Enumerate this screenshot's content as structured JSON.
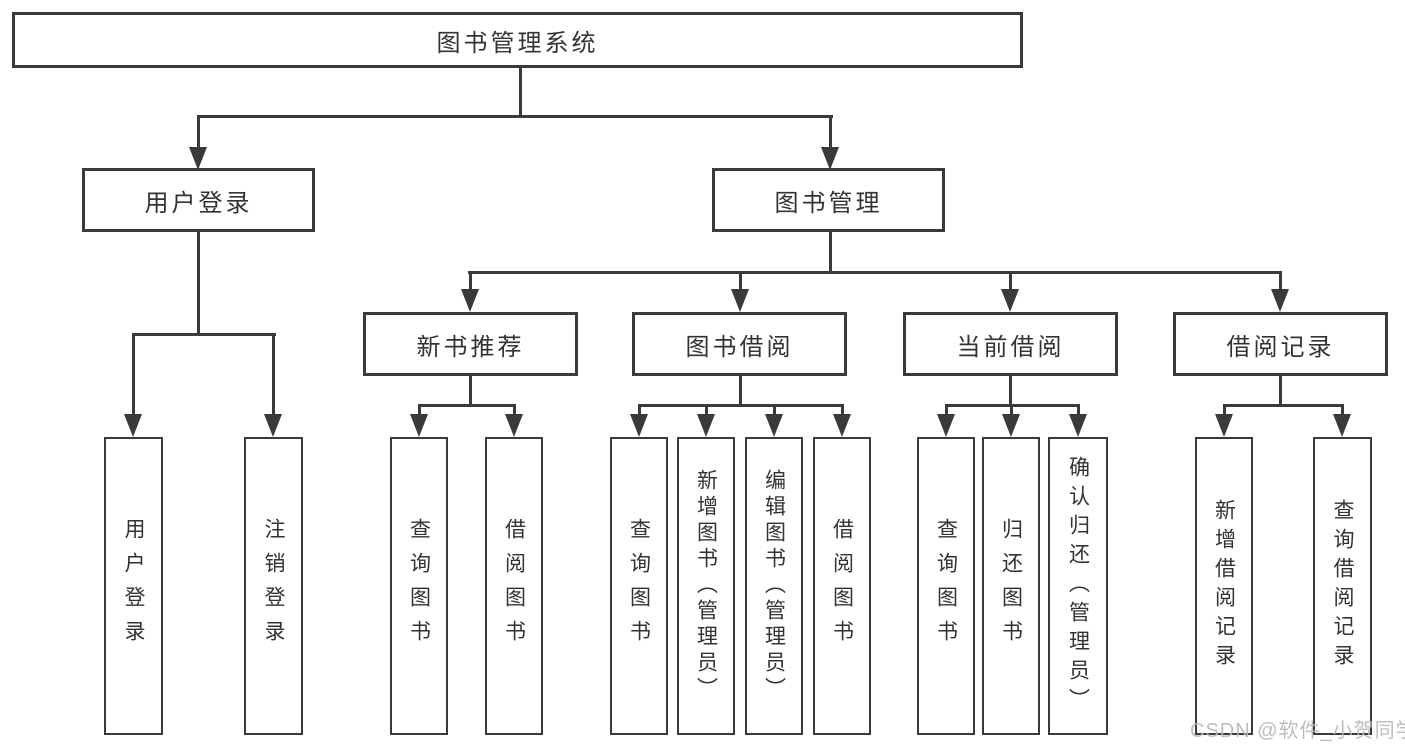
{
  "diagram": {
    "title": "图书管理系统",
    "branches": [
      {
        "label": "用户登录",
        "children": [
          "用户登录",
          "注销登录"
        ]
      },
      {
        "label": "图书管理",
        "sections": [
          {
            "label": "新书推荐",
            "children": [
              "查询图书",
              "借阅图书"
            ]
          },
          {
            "label": "图书借阅",
            "children": [
              "查询图书",
              "新增图书（管理员）",
              "编辑图书（管理员）",
              "借阅图书"
            ]
          },
          {
            "label": "当前借阅",
            "children": [
              "查询图书",
              "归还图书",
              "确认归还（管理员）"
            ]
          },
          {
            "label": "借阅记录",
            "children": [
              "新增借阅记录",
              "查询借阅记录"
            ]
          }
        ]
      }
    ]
  },
  "watermark": "CSDN @软件_小贺同学",
  "colors": {
    "line": "#3a3a3a",
    "text": "#333333",
    "watermark": "#b7babe",
    "background": "#ffffff"
  }
}
